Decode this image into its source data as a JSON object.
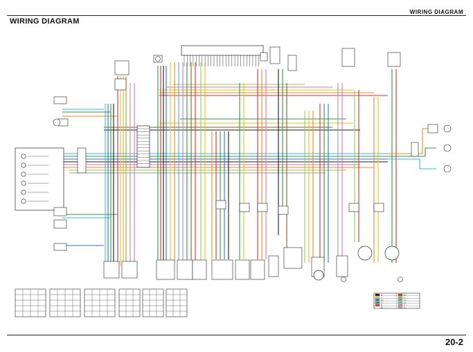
{
  "header": {
    "section_title": "WIRING DIAGRAM",
    "page_title": "WIRING DIAGRAM"
  },
  "footer": {
    "page_number": "20-2"
  },
  "colors": {
    "black": "#1a1a1a",
    "red": "#d9302c",
    "green": "#2e9a3e",
    "lightgreen": "#8fd14f",
    "blue": "#2f6fd6",
    "lightblue": "#38b4e6",
    "yellow": "#e8c21a",
    "orange": "#ef8a22",
    "pink": "#e66fb0",
    "brown": "#8a5a2b",
    "gray": "#9a9a9a"
  },
  "switch_tables": [
    {
      "cols": 4,
      "rows": 5
    },
    {
      "cols": 4,
      "rows": 5
    },
    {
      "cols": 4,
      "rows": 5
    },
    {
      "cols": 3,
      "rows": 5
    },
    {
      "cols": 3,
      "rows": 5
    },
    {
      "cols": 3,
      "rows": 5
    }
  ],
  "wire_color_key": [
    "B",
    "Y",
    "Bu",
    "G",
    "R",
    "W",
    "Br",
    "O",
    "Lb",
    "Lg",
    "P",
    "Gr"
  ]
}
